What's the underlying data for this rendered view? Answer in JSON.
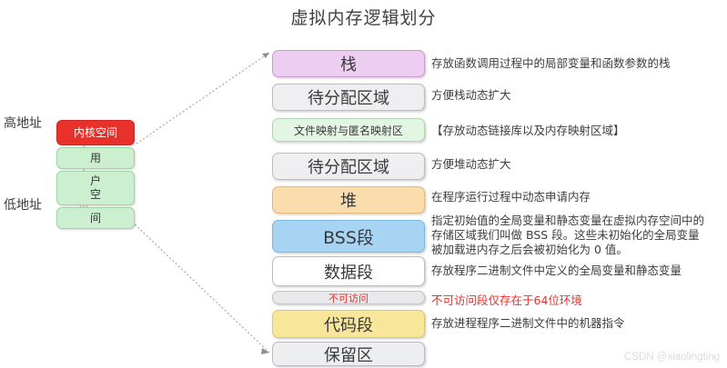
{
  "title": "虚拟内存逻辑划分",
  "address_labels": {
    "high": "高地址",
    "low": "低地址"
  },
  "process_space": {
    "kernel": {
      "label": "内核空间",
      "color": "#e8312a"
    },
    "user": {
      "color": "#ccf0cf",
      "blocks": [
        {
          "label": "用"
        },
        {
          "label": "户\n空"
        },
        {
          "label": "间"
        }
      ]
    }
  },
  "segments": [
    {
      "label": "栈",
      "fill": "#eecdf2",
      "border": "#c89ccf",
      "text": "#3a3a3a",
      "font": 18
    },
    {
      "label": "待分配区域",
      "fill": "#efeff1",
      "border": "#bdbdbd",
      "text": "#3a3a3a",
      "font": 18
    },
    {
      "label": "文件映射与匿名映射区",
      "fill": "#e3f6e3",
      "border": "#aed5ae",
      "text": "#3a3a3a",
      "font": 12
    },
    {
      "label": "待分配区域",
      "fill": "#efeff1",
      "border": "#bdbdbd",
      "text": "#3a3a3a",
      "font": 18
    },
    {
      "label": "堆",
      "fill": "#fbdcac",
      "border": "#e2b978",
      "text": "#3a3a3a",
      "font": 18
    },
    {
      "label": "BSS段",
      "fill": "#a7d4f2",
      "border": "#7fb6dc",
      "text": "#3a3a3a",
      "font": 19
    },
    {
      "label": "数据段",
      "fill": "#ffffff",
      "border": "#bdbdbd",
      "text": "#3a3a3a",
      "font": 18
    },
    {
      "label": "不可访问",
      "fill": "#e9e9ec",
      "border": "#c3c3c6",
      "text": "#e8302a",
      "font": 11
    },
    {
      "label": "代码段",
      "fill": "#f8e79b",
      "border": "#ddc768",
      "text": "#3a3a3a",
      "font": 18
    },
    {
      "label": "保留区",
      "fill": "#eceef0",
      "border": "#b9bcc0",
      "text": "#3a3a3a",
      "font": 18
    }
  ],
  "notes": [
    {
      "text": "存放函数调用过程中的局部变量和函数参数的栈",
      "red": false
    },
    {
      "text": "方便栈动态扩大",
      "red": false
    },
    {
      "text": "【存放动态链接库以及内存映射区域】",
      "red": false
    },
    {
      "text": "方便堆动态扩大",
      "red": false
    },
    {
      "text": "在程序运行过程中动态申请内存",
      "red": false
    },
    {
      "text": "指定初始值的全局变量和静态变量在虚拟内存空间中的\n存储区域我们叫做 BSS 段。这些未初始化的全局变量\n被加载进内存之后会被初始化为 0 值。",
      "red": false
    },
    {
      "text": "存放程序二进制文件中定义的全局变量和静态变量",
      "red": false
    },
    {
      "text": "不可访问段仅存在于64位环境",
      "red": true
    },
    {
      "text": "存放进程程序二进制文件中的机器指令",
      "red": false
    }
  ],
  "watermark": "CSDN @xiaolingting",
  "colors": {
    "arrow": "#f2a6a6",
    "connector": "#9a9a9a"
  }
}
